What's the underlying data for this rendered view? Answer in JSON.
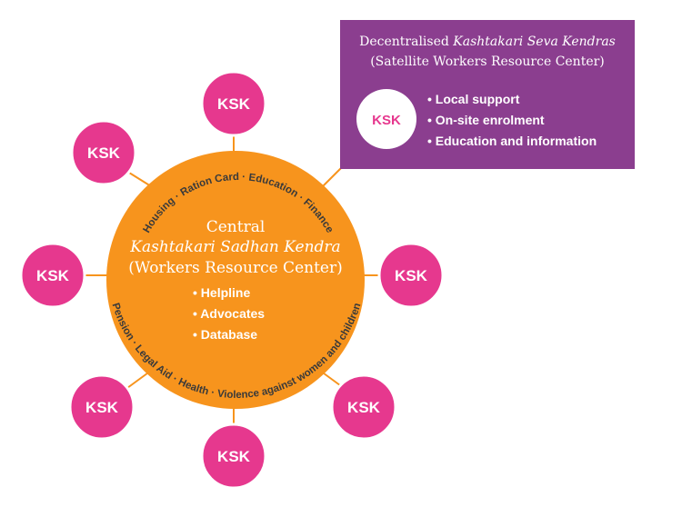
{
  "colors": {
    "hub": "#F7941D",
    "node": "#E6388E",
    "panel": "#8B3E8F",
    "ring_text": "#3a3a3a"
  },
  "node_label": "KSK",
  "hub": {
    "title_line1": "Central",
    "title_line2": "Kashtakari Sadhan Kendra",
    "title_line3": "(Workers Resource Center)",
    "bullets": [
      "Helpline",
      "Advocates",
      "Database"
    ]
  },
  "ring_text": {
    "top": "Housing · Ration Card · Education · Finance",
    "bottom": "Pension · Legal Aid · Health · Violence against women and children"
  },
  "satellite_panel": {
    "title_plain": "Decentralised ",
    "title_italic": "Kashtakari Seva Kendras",
    "subtitle": "(Satellite Workers Resource Center)",
    "node_label": "KSK",
    "bullets": [
      "Local support",
      "On-site enrolment",
      "Education and information"
    ]
  },
  "nodes": [
    {
      "id": "top"
    },
    {
      "id": "upper-left"
    },
    {
      "id": "left"
    },
    {
      "id": "lower-left"
    },
    {
      "id": "bottom"
    },
    {
      "id": "lower-right"
    },
    {
      "id": "right"
    }
  ]
}
